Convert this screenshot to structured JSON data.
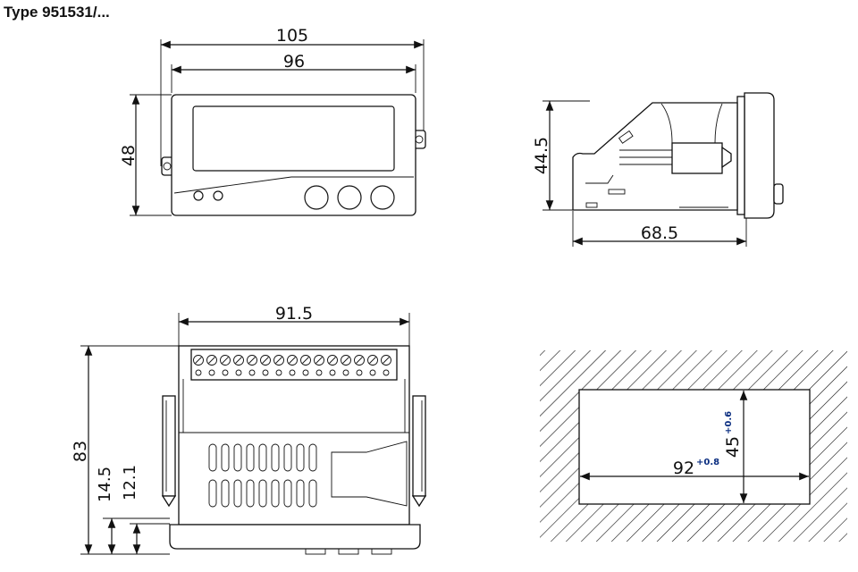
{
  "title": "Type 951531/...",
  "colors": {
    "line": "#111111",
    "tolerance": "#0a2d80",
    "background": "#ffffff"
  },
  "views": {
    "front": {
      "width_outer": "105",
      "width_panel": "96",
      "height": "48"
    },
    "side": {
      "height": "44.5",
      "depth": "68.5"
    },
    "top": {
      "width": "91.5",
      "height": "83",
      "offset_a": "14.5",
      "offset_b": "12.1"
    },
    "cutout": {
      "width": "92",
      "width_tol": "+0.8",
      "height": "45",
      "height_tol": "+0.6"
    }
  }
}
